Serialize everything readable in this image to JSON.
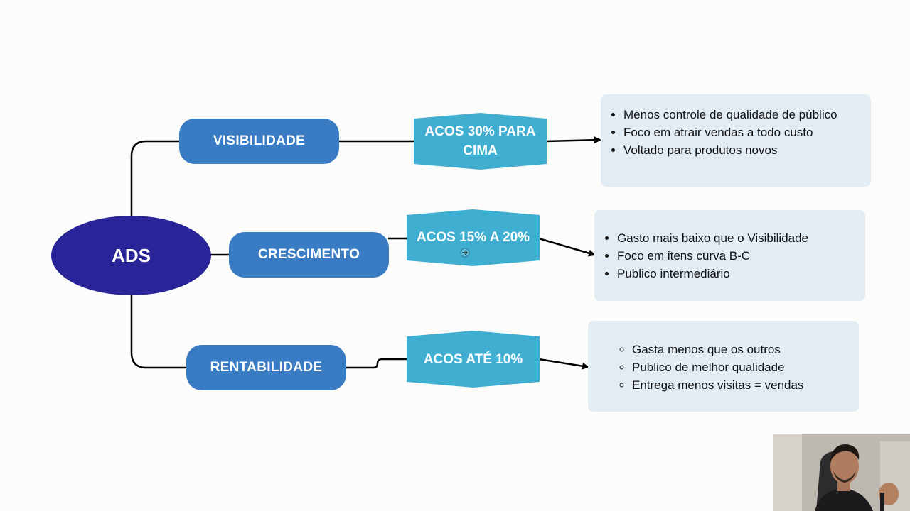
{
  "root": {
    "label": "ADS"
  },
  "branches": [
    {
      "label": "VISIBILIDADE",
      "acos": "ACOS 30% PARA CIMA",
      "bullets": [
        "Menos controle de qualidade de público",
        "Foco em atrair vendas a todo custo",
        "Voltado para produtos novos"
      ]
    },
    {
      "label": "CRESCIMENTO",
      "acos": "ACOS 15% A 20%",
      "bullets": [
        "Gasto mais baixo que o Visibilidade",
        "Foco em itens curva B-C",
        "Publico intermediário"
      ]
    },
    {
      "label": "RENTABILIDADE",
      "acos": "ACOS ATÉ 10%",
      "bullets": [
        "Gasta menos que os outros",
        "Publico de melhor qualidade",
        "Entrega menos visitas = vendas"
      ]
    }
  ],
  "colors": {
    "root": "#2a2499",
    "branch": "#3a7cc4",
    "acos": "#40aed0",
    "info_box": "#e2ecf5",
    "background": "#fcfcfa"
  },
  "icons": {
    "cursor": "arrow-cursor-icon",
    "webcam": "presenter-webcam-overlay"
  }
}
